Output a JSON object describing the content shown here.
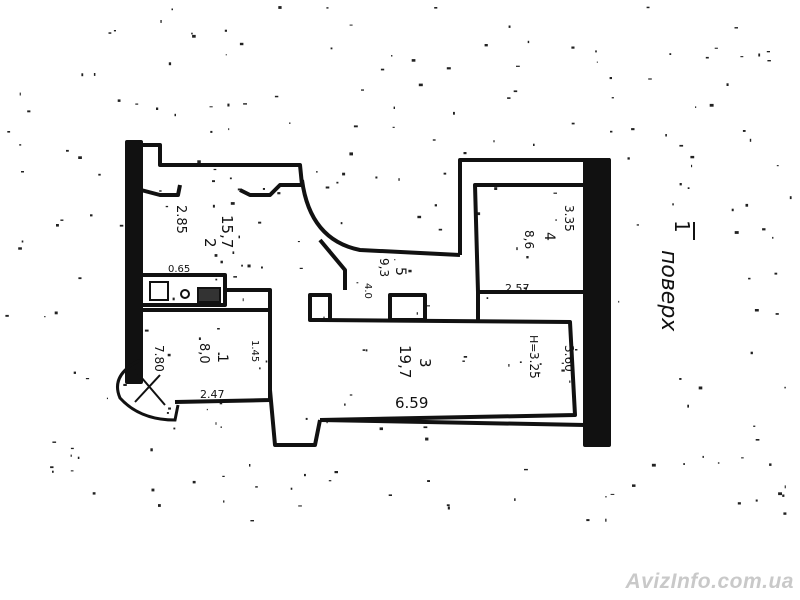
{
  "floor_label": {
    "number": "1",
    "word": "поверх"
  },
  "rooms": [
    {
      "id": "room-2",
      "number": "2",
      "area": "15,7",
      "dim": "2.85"
    },
    {
      "id": "room-1",
      "number": "1",
      "area": "8,0",
      "dim": "7.80"
    },
    {
      "id": "room-5",
      "number": "5",
      "area": "9,3",
      "extra": "4.0"
    },
    {
      "id": "room-3",
      "number": "3",
      "area": "19,7",
      "dim_bottom": "6.59",
      "dim_side": "3.25",
      "dim_right": "3.60",
      "prefix": "H="
    },
    {
      "id": "room-4",
      "number": "4",
      "area": "8,6",
      "dim_top": "3.35",
      "dim_bottom": "2.57"
    }
  ],
  "small_dims": [
    "0.65",
    "2.47",
    "1.45"
  ],
  "watermark": "AvizInfo.com.ua",
  "colors": {
    "ink": "#111111",
    "paper": "#ffffff",
    "watermark": "#c9c9c9"
  }
}
